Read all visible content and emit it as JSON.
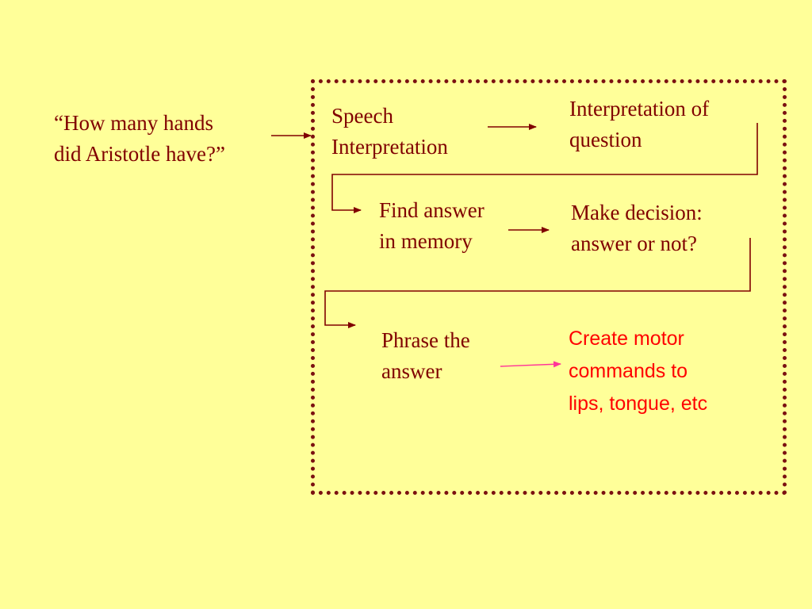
{
  "colors": {
    "background": "#FFFF99",
    "text": "#800000",
    "frame": "#7B1111",
    "highlight_text": "#FF0000",
    "highlight_arrow": "#FF3399"
  },
  "question": "“How many hands\ndid Aristotle have?”",
  "steps": {
    "speech_interpretation": "Speech\nInterpretation",
    "interpretation_of_question": "Interpretation of\nquestion",
    "find_answer": "Find answer\nin memory",
    "make_decision": "Make decision:\nanswer or not?",
    "phrase_answer": "Phrase the\nanswer",
    "motor_commands": "Create motor\ncommands to\nlips, tongue, etc"
  }
}
